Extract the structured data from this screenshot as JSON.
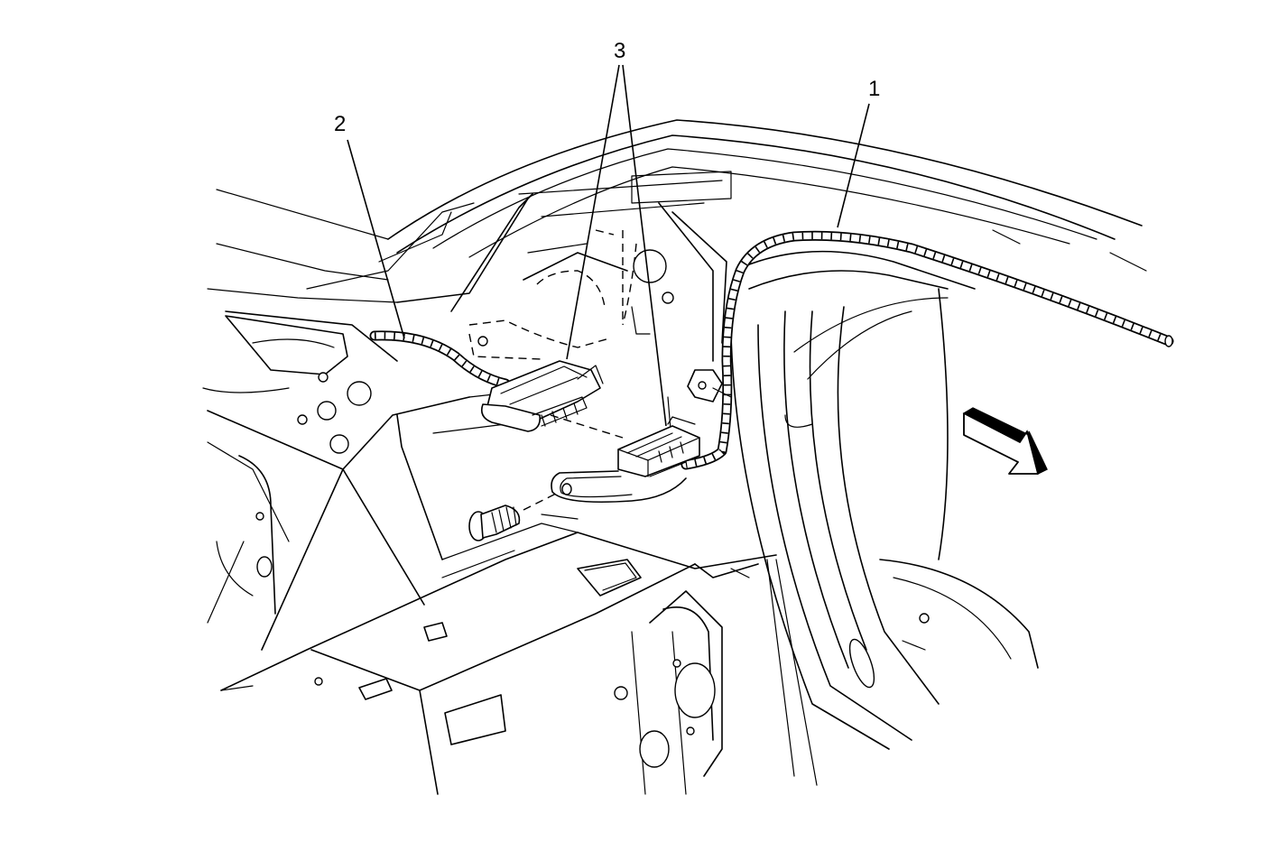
{
  "callouts": [
    {
      "id": "1",
      "label": "1"
    },
    {
      "id": "2",
      "label": "2"
    },
    {
      "id": "3",
      "label": "3"
    }
  ],
  "icons": {
    "direction_arrow": "forward-direction-arrow-icon",
    "fastener": "push-pin-retainer-icon"
  },
  "colors": {
    "line": "#000000",
    "background": "#ffffff"
  }
}
